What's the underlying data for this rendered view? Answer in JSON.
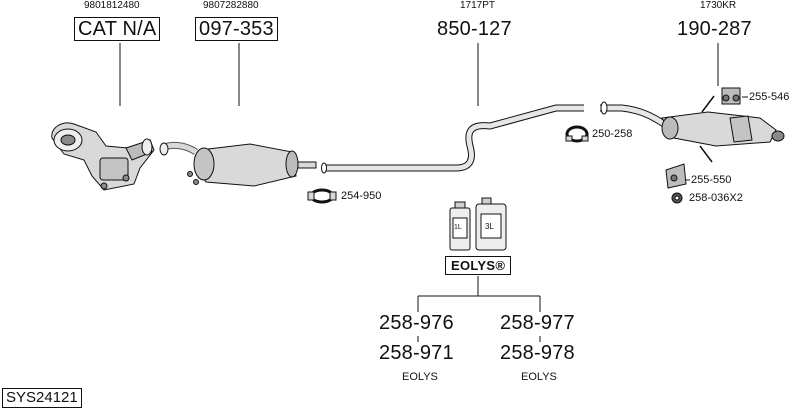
{
  "top_labels": {
    "oem_catalyst": "9801812480",
    "oem_filter": "9807282880",
    "oem_middle": "1717PT",
    "oem_rear": "1730KR",
    "catalyst_part": "CAT N/A",
    "filter_part": "097-353",
    "middle_part": "850-127",
    "rear_part": "190-287"
  },
  "callouts": {
    "clamp_front": "254-950",
    "clamp_middle": "250-258",
    "hanger_top": "255-546",
    "hanger_bottom": "255-550",
    "rubber_ring": "258-036X2"
  },
  "additive": {
    "brand": "EOLYS®",
    "can_small": "1L",
    "can_large": "3L",
    "left_code_1": "258-976",
    "left_code_2": "258-971",
    "right_code_1": "258-977",
    "right_code_2": "258-978",
    "left_caption": "EOLYS",
    "right_caption": "EOLYS"
  },
  "system_id": "SYS24121",
  "colors": {
    "line": "#111111",
    "part_fill": "#d9d9d9",
    "part_dark": "#8a8a8a"
  }
}
